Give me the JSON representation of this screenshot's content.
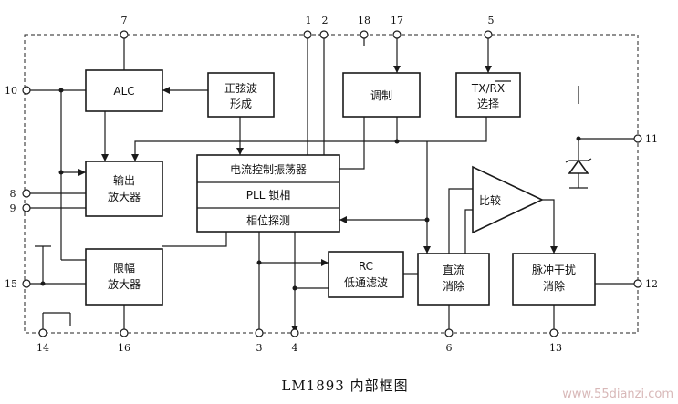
{
  "caption": "LM1893 内部框图",
  "watermark": "www.55dianzi.com",
  "blocks": {
    "alc": "ALC",
    "sine_1": "正弦波",
    "sine_2": "形成",
    "modulation": "调制",
    "txrx_1": "TX/RX",
    "txrx_2": "选择",
    "output_amp_1": "输出",
    "output_amp_2": "放大器",
    "osc": "电流控制振荡器",
    "pll": "PLL 锁相",
    "phase": "相位探测",
    "comparator": "比较",
    "limiter_1": "限幅",
    "limiter_2": "放大器",
    "rc_1": "RC",
    "rc_2": "低通滤波",
    "dc_1": "直流",
    "dc_2": "消除",
    "pulse_1": "脉冲干扰",
    "pulse_2": "消除"
  },
  "pins": {
    "p1": "1",
    "p2": "2",
    "p3": "3",
    "p4": "4",
    "p5": "5",
    "p6": "6",
    "p7": "7",
    "p8": "8",
    "p9": "9",
    "p10": "10",
    "p11": "11",
    "p12": "12",
    "p13": "13",
    "p14": "14",
    "p15": "15",
    "p16": "16",
    "p17": "17",
    "p18": "18"
  }
}
